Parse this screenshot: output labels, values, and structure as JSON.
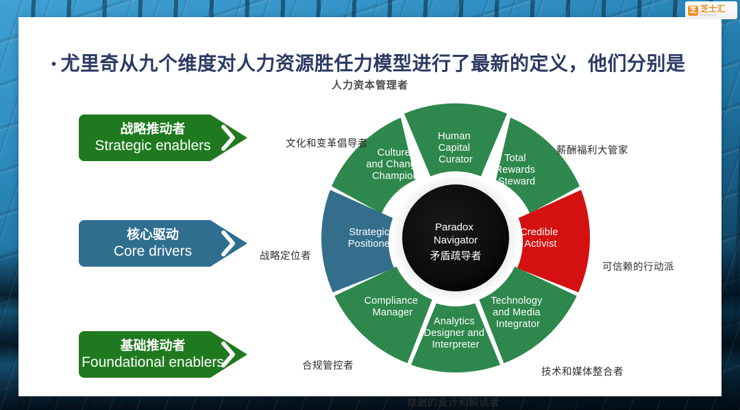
{
  "logo": {
    "mark": "芝",
    "name": "芝士汇",
    "sub": "ZHISHIHUI"
  },
  "heading": {
    "bullet": "•",
    "text": "尤里奇从九个维度对人力资源胜任力模型进行了最新的定义，他们分别是"
  },
  "tags": [
    {
      "cn": "战略推动者",
      "en": "Strategic enablers",
      "color": "#1f7a1f"
    },
    {
      "cn": "核心驱动",
      "en": "Core drivers",
      "color": "#2f6e8f"
    },
    {
      "cn": "基础推动者",
      "en": "Foundational enablers",
      "color": "#1f7a1f"
    }
  ],
  "wheel": {
    "title": "人力资本管理者",
    "center": {
      "en_line1": "Paradox",
      "en_line2": "Navigator",
      "cn": "矛盾疏导者"
    },
    "segments": [
      {
        "id": "culture-and-change-champion",
        "lines": [
          "Culture",
          "and Change",
          "Champion"
        ],
        "color": "#2f8a4e",
        "callout": "文化和变革倡导者"
      },
      {
        "id": "human-capital-curator",
        "lines": [
          "Human",
          "Capital",
          "Curator"
        ],
        "color": "#2f8a4e",
        "callout": ""
      },
      {
        "id": "total-rewards-steward",
        "lines": [
          "Total",
          "Rewards",
          "Steward"
        ],
        "color": "#2f8a4e",
        "callout": "薪酬福利大管家"
      },
      {
        "id": "credible-activist",
        "lines": [
          "Credible",
          "Activist"
        ],
        "color": "#d51010",
        "callout": "可信赖的行动派"
      },
      {
        "id": "technology-and-media-integrator",
        "lines": [
          "Technology",
          "and Media",
          "Integrator"
        ],
        "color": "#2f8a4e",
        "callout": "技术和媒体整合者"
      },
      {
        "id": "analytics-designer-and-interpreter",
        "lines": [
          "Analytics",
          "Designer and",
          "Interpreter"
        ],
        "color": "#2f8a4e",
        "callout": "数据的设计和解读者"
      },
      {
        "id": "compliance-manager",
        "lines": [
          "Compliance",
          "Manager"
        ],
        "color": "#2f8a4e",
        "callout": "合规管控者"
      },
      {
        "id": "strategic-positioner",
        "lines": [
          "Strategic",
          "Positioner"
        ],
        "color": "#35708f",
        "callout": "战略定位者"
      }
    ]
  },
  "chart_data": {
    "type": "pie",
    "title": "人力资本管理者",
    "legend_position": "none",
    "categories": [
      "Culture and Change Champion",
      "Human Capital Curator",
      "Total Rewards Steward",
      "Credible Activist",
      "Technology and Media Integrator",
      "Analytics Designer and Interpreter",
      "Compliance Manager",
      "Strategic Positioner"
    ],
    "values": [
      12.5,
      12.5,
      12.5,
      12.5,
      12.5,
      12.5,
      12.5,
      12.5
    ],
    "colors": [
      "#2f8a4e",
      "#2f8a4e",
      "#2f8a4e",
      "#d51010",
      "#2f8a4e",
      "#2f8a4e",
      "#2f8a4e",
      "#35708f"
    ],
    "center_label": "Paradox Navigator 矛盾疏导者",
    "annotations": [
      "文化和变革倡导者",
      "薪酬福利大管家",
      "战略定位者",
      "可信赖的行动派",
      "合规管控者",
      "技术和媒体整合者",
      "数据的设计和解读者"
    ]
  }
}
